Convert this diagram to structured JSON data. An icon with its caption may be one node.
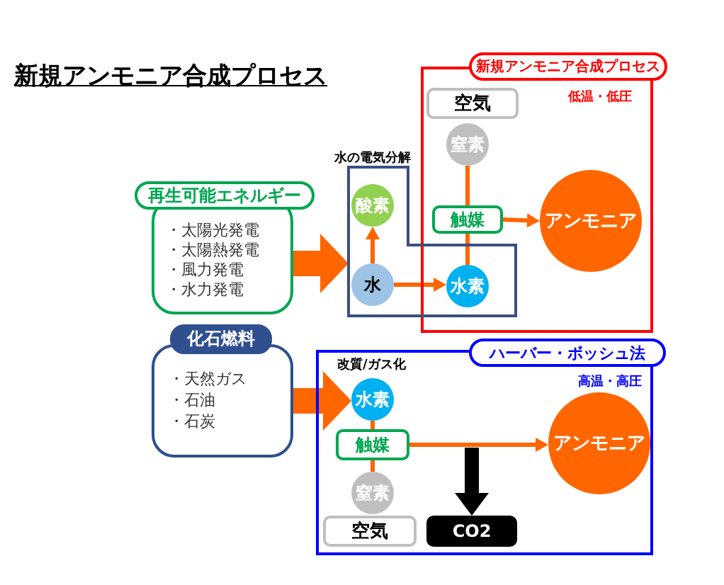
{
  "diagram": {
    "title": "新規アンモニア合成プロセス",
    "nodes": [
      {
        "text": [
          "新規アンモニア合成プロセス",
          "低温・低圧"
        ]
      },
      {
        "text": [
          "空気"
        ],
        "in": 0
      },
      {
        "text": [
          "窒素"
        ],
        "in": 0
      },
      {
        "text": [
          "触媒"
        ],
        "in": 0
      },
      {
        "text": [
          "アンモニア"
        ],
        "in": 0
      },
      {
        "text": [
          "水の電気分解"
        ]
      },
      {
        "text": [
          "酸素"
        ],
        "in": 5
      },
      {
        "text": [
          "水"
        ],
        "in": 5
      },
      {
        "text": [
          "水素"
        ]
      },
      {
        "text": [
          "再生可能エネルギー",
          "・太陽光発電",
          "・太陽熱発電",
          "・風力発電",
          "・水力発電"
        ]
      },
      {
        "text": [
          "化石燃料",
          "・天然ガス",
          "・石油",
          "・石炭"
        ]
      },
      {
        "text": [
          "ハーバー・ボッシュ法",
          "高温・高圧"
        ]
      },
      {
        "text": [
          "水素"
        ],
        "in": 11,
        "beside": [
          "改質/ガス化"
        ]
      },
      {
        "text": [
          "触媒"
        ],
        "in": 11
      },
      {
        "text": [
          "窒素"
        ],
        "in": 11
      },
      {
        "text": [
          "空気"
        ],
        "in": 11
      },
      {
        "text": [
          "CO2"
        ],
        "in": 11
      },
      {
        "text": [
          "アンモニア"
        ],
        "in": 11
      }
    ],
    "edges": [
      {
        "from": 2,
        "to": 3,
        "arrow": "none"
      },
      {
        "from": 8,
        "to": 3,
        "arrow": "none"
      },
      {
        "from": 3,
        "to": 4,
        "arrow": "to"
      },
      {
        "from": 7,
        "to": 6,
        "arrow": "to"
      },
      {
        "from": 7,
        "to": 8,
        "arrow": "to"
      },
      {
        "from": 9,
        "to": 5,
        "arrow": "to",
        "style": "thick"
      },
      {
        "from": 10,
        "to": 12,
        "arrow": "to",
        "style": "thick"
      },
      {
        "from": 12,
        "to": 13,
        "arrow": "none"
      },
      {
        "from": 13,
        "to": 14,
        "arrow": "none"
      },
      {
        "from": 13,
        "to": 17,
        "arrow": "to"
      },
      {
        "from": null,
        "to": 16,
        "arrow": "to",
        "style": "thick",
        "color": "#000000"
      }
    ]
  }
}
